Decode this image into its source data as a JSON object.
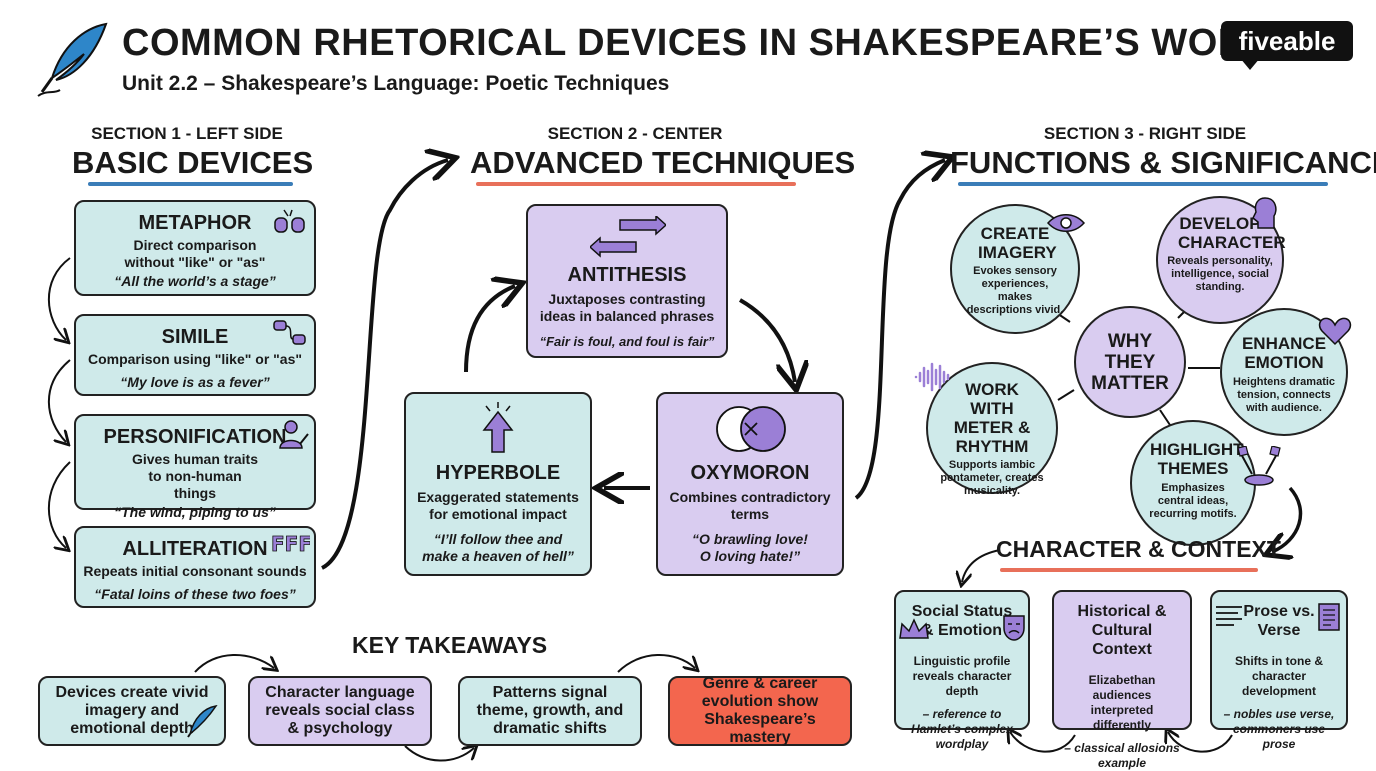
{
  "header": {
    "title": "COMMON RHETORICAL DEVICES IN SHAKESPEARE’S WORKS",
    "subtitle": "Unit 2.2 – Shakespeare’s Language: Poetic Techniques",
    "logo": "fiveable"
  },
  "colors": {
    "teal": "#cfeaea",
    "purple": "#d9ccf0",
    "orange": "#f3664e",
    "blue_underline": "#3a7db8",
    "red_underline": "#e8705a"
  },
  "section1": {
    "label": "SECTION 1 - LEFT SIDE",
    "heading": "BASIC DEVICES",
    "devices": [
      {
        "name": "METAPHOR",
        "desc": "Direct comparison without \"like\" or \"as\"",
        "quote": "“All the world’s a stage”",
        "icon": "boxing-gloves-icon"
      },
      {
        "name": "SIMILE",
        "desc": "Comparison using \"like\" or \"as\"",
        "quote": "“My love is as a fever”",
        "icon": "link-nodes-icon"
      },
      {
        "name": "PERSONIFICATION",
        "desc": "Gives human traits to non-human things",
        "quote": "“The wind, piping to us”",
        "icon": "person-pen-icon"
      },
      {
        "name": "ALLITERATION",
        "desc": "Repeats initial consonant sounds",
        "quote": "“Fatal loins of these two foes”",
        "icon": "fff-letters-icon"
      }
    ]
  },
  "section2": {
    "label": "SECTION 2 - CENTER",
    "heading": "ADVANCED TECHNIQUES",
    "antithesis": {
      "name": "ANTITHESIS",
      "desc": "Juxtaposes contrasting ideas in balanced phrases",
      "quote": "“Fair is foul, and foul is fair”"
    },
    "hyperbole": {
      "name": "HYPERBOLE",
      "desc": "Exaggerated statements for emotional impact",
      "quote_line1": "“I’ll follow thee and",
      "quote_line2": "make a heaven of hell”"
    },
    "oxymoron": {
      "name": "OXYMORON",
      "desc": "Combines contradictory terms",
      "quote_line1": "“O brawling love!",
      "quote_line2": "O loving hate!”"
    }
  },
  "section3": {
    "label": "SECTION 3 - RIGHT SIDE",
    "heading": "FUNCTIONS & SIGNIFICANCE",
    "center": "WHY THEY MATTER",
    "functions": [
      {
        "name": "CREATE IMAGERY",
        "desc": "Evokes sensory experiences, makes descriptions vivid."
      },
      {
        "name": "DEVELOP CHARACTER",
        "desc": "Reveals personality, intelligence, social standing."
      },
      {
        "name": "ENHANCE EMOTION",
        "desc": "Heightens dramatic tension, connects with audience."
      },
      {
        "name": "WORK WITH METER & RHYTHM",
        "desc": "Supports iambic pentameter, creates musicality."
      },
      {
        "name": "HIGHLIGHT THEMES",
        "desc": "Emphasizes central ideas, recurring motifs."
      }
    ]
  },
  "context": {
    "heading": "CHARACTER & CONTEXT",
    "cards": [
      {
        "title": "Social Status & Emotion",
        "desc": "Linguistic profile reveals character depth",
        "quote": "– reference to Hamlet’s complex wordplay"
      },
      {
        "title": "Historical & Cultural Context",
        "desc": "Elizabethan audiences interpreted differently",
        "quote": "– classical allosions example"
      },
      {
        "title": "Prose vs. Verse",
        "desc": "Shifts in tone & character development",
        "quote": "– nobles use verse, commoners use prose"
      }
    ]
  },
  "takeaways": {
    "heading": "KEY TAKEAWAYS",
    "items": [
      "Devices create vivid imagery and emotional depth",
      "Character language reveals social class & psychology",
      "Patterns signal theme, growth, and dramatic shifts",
      "Genre & career evolution show Shakespeare’s mastery"
    ]
  }
}
